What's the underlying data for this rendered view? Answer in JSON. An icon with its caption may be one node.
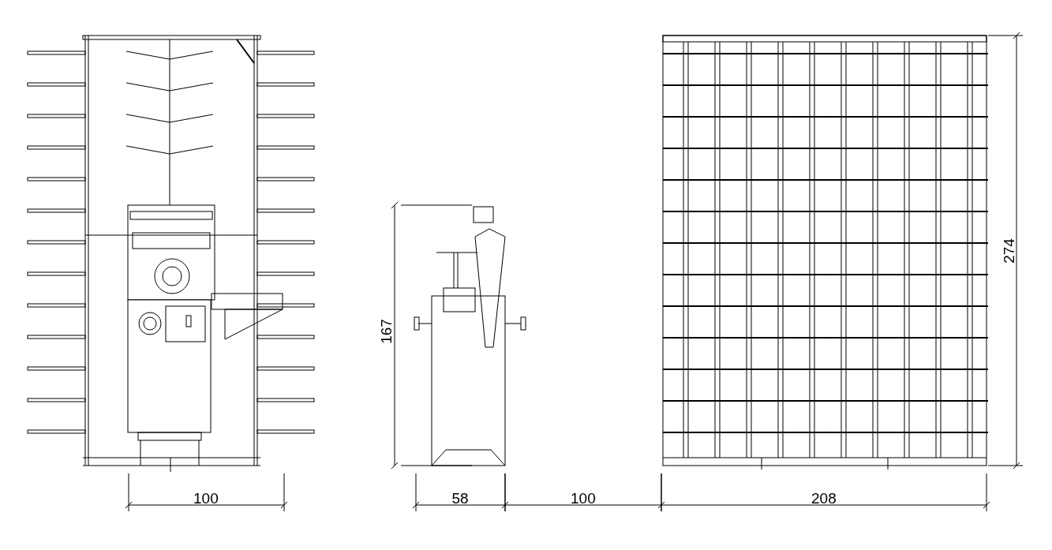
{
  "diagram": {
    "labels": [
      "274",
      "167",
      "100",
      "58",
      "100",
      "208"
    ]
  }
}
